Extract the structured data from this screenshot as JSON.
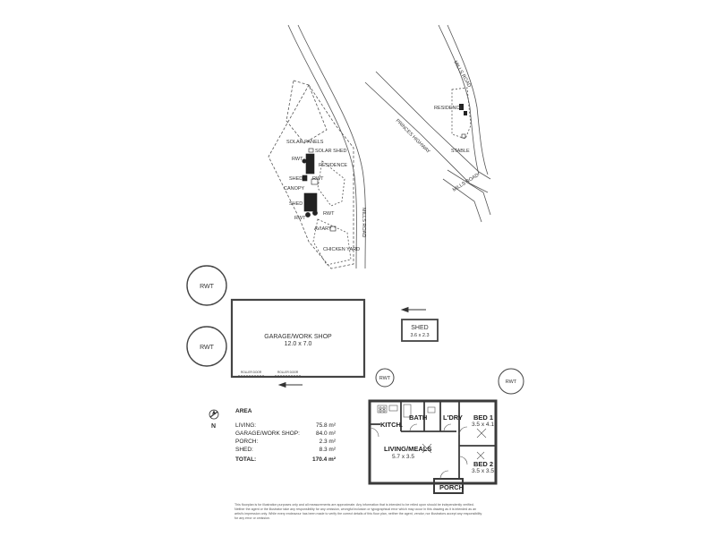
{
  "site_plan": {
    "labels": {
      "solar_panels": "SOLAR PANELS",
      "solar_shed": "SOLAR SHED",
      "rwt1": "RWT",
      "residence": "RESIDENCE",
      "shed1": "SHED",
      "rwt2": "RWT",
      "canopy": "CANOPY",
      "shed2": "SHED",
      "rwt3": "RWT",
      "rwt4": "RWT",
      "aviary": "AVIARY",
      "chicken_yard": "CHICKEN YARD",
      "mills_road": "MILLS ROAD"
    }
  },
  "location_map": {
    "labels": {
      "mills_road_top": "MILLS ROAD",
      "residence": "RESIDENCE",
      "princes_highway": "PRINCES HIGHWAY",
      "stable": "STABLE",
      "mills_road_bottom": "MILLS ROAD"
    }
  },
  "outbuildings": {
    "rwt_left_top": "RWT",
    "rwt_left_bottom": "RWT",
    "garage_name": "GARAGE/WORK SHOP",
    "garage_dims": "12.0 x 7.0",
    "garage_door_left": "ROLLER DOOR",
    "garage_door_right": "ROLLER DOOR",
    "shed_name": "SHED",
    "shed_dims": "3.6 x 2.3"
  },
  "floor_plan": {
    "rwt_left": "RWT",
    "rwt_right": "RWT",
    "rooms": {
      "kitch": "KITCH.",
      "bath": "BATH",
      "ldry": "L'DRY",
      "bed1": "BED 1",
      "bed1_dims": "3.5 x 4.1",
      "living": "LIVING/MEALS",
      "living_dims": "5.7 x 3.5",
      "bed2": "BED 2",
      "bed2_dims": "3.5 x 3.5",
      "porch": "PORCH"
    }
  },
  "compass": {
    "label": "N"
  },
  "area": {
    "title": "AREA",
    "rows": [
      {
        "label": "LIVING:",
        "value": "75.8 m²"
      },
      {
        "label": "GARAGE/WORK SHOP:",
        "value": "84.0 m²"
      },
      {
        "label": "PORCH:",
        "value": "2.3 m²"
      },
      {
        "label": "SHED:",
        "value": "8.3 m²"
      }
    ],
    "total": {
      "label": "TOTAL:",
      "value": "170.4 m²"
    }
  },
  "disclaimer": "This floorplan is for illustration purposes only and all measurements are approximate. Any information that is intended to be relied upon should be independently verified. Neither the agent or the illustrator take any responsibility for any omission, wrongful inclusion or typographical error which may occur in this drawing as it is intended as an artist's impression only. While every endeavour has been made to verify the correct details of this floor plan, neither the agent, vendor, nor illustrators accept any responsibility for any error or omission."
}
